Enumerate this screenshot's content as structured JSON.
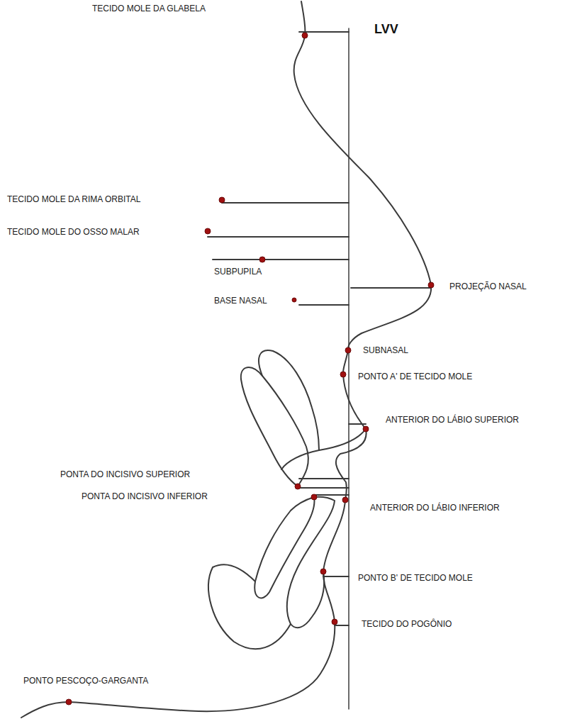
{
  "diagram": {
    "labels": [
      "TECIDO MOLE DA GLABELA",
      "LVV",
      "TECIDO MOLE DA RIMA ORBITAL",
      "TECIDO MOLE DO OSSO MALAR",
      "SUBPUPILA",
      "BASE NASAL",
      "PROJEÇÃO NASAL",
      "SUBNASAL",
      "PONTO A' DE TECIDO MOLE",
      "ANTERIOR DO LÁBIO SUPERIOR",
      "PONTA DO INCISIVO SUPERIOR",
      "PONTA DO INCISIVO INFERIOR",
      "ANTERIOR DO LÁBIO INFERIOR",
      "PONTO B' DE TECIDO MOLE",
      "TECIDO DO POGÔNIO",
      "PONTO PESCOÇO-GARGANTA"
    ]
  }
}
